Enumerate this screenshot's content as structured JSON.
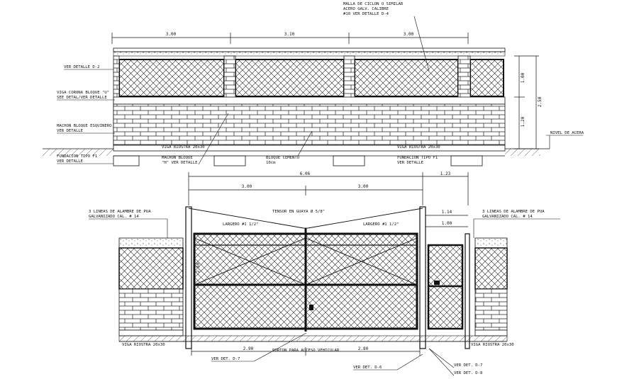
{
  "top_elevation": {
    "dimensions": {
      "span1": "3.00",
      "span2": "3.10",
      "span3": "3.00",
      "h1": "1.00",
      "h2": "1.20",
      "h_total": "2.50"
    },
    "labels": {
      "mesh": [
        "MALLA DE CICLON O SIMILAR",
        "ACERO GALV. CALIBRE",
        "#10 VER DETALLE D-4"
      ],
      "ver_detalle_d2": "VER DETALLE D-2",
      "viga_corona": [
        "VIGA CORONA BLOQUE \"U\"",
        "SEE DETAL/VER DETALLE"
      ],
      "machon_esquinero": [
        "MACHON BLOQUE ESQUINERO",
        "VER DETALLE"
      ],
      "fundacion_left": [
        "FUNDACION TIPO F1",
        "VER DETALLE"
      ],
      "viga_riostra_left": "VIGA RIOSTRA 20x30",
      "machon_bloque": [
        "MACHON BLOQUE",
        "\"H\" VER DETALLE"
      ],
      "bloque_cemento": [
        "BLOQUE CEMENTO",
        "10cm"
      ],
      "viga_riostra_right": "VIGA RIOSTRA 20x30",
      "fundacion_right": [
        "FUNDACION TIPO F1",
        "VER DETALLE"
      ],
      "nivel_acera": "NIVEL DE ACERA"
    }
  },
  "bottom_elevation": {
    "dimensions": {
      "total": "6.06",
      "side": "1.23",
      "half1": "3.00",
      "half2": "3.00",
      "small1": "1.14",
      "small2": "1.00",
      "height": "2.50",
      "bottom1": "2.90",
      "bottom2": "2.80"
    },
    "labels": {
      "alambre_left": [
        "3 LINEAS DE ALAMBRE DE PUA",
        "GALVANIZADO CAL. # 14"
      ],
      "alambre_right": [
        "3 LINEAS DE ALAMBRE DE PUA",
        "GALVANIZADO CAL. # 14"
      ],
      "tensor": "TENSOR EN GUAYA Ø 5/8\"",
      "larguero_left": "LARGERO #1 1/2\"",
      "larguero_right": "LARGERO #1 1/2\"",
      "viga_riostra_left": "VIGA RIOSTRA 20x30",
      "viga_riostra_right": "VIGA RIOSTRA 20x30",
      "porton": "PORTON PARA ACCESO VEHICULAR",
      "ver_det_d7_left": "VER DET. D-7",
      "ver_det_d6_center": "VER DET. D-6",
      "ver_det_d7_right": "VER DET. D-7",
      "ver_det_d8_right": "VER DET. D-8"
    }
  }
}
